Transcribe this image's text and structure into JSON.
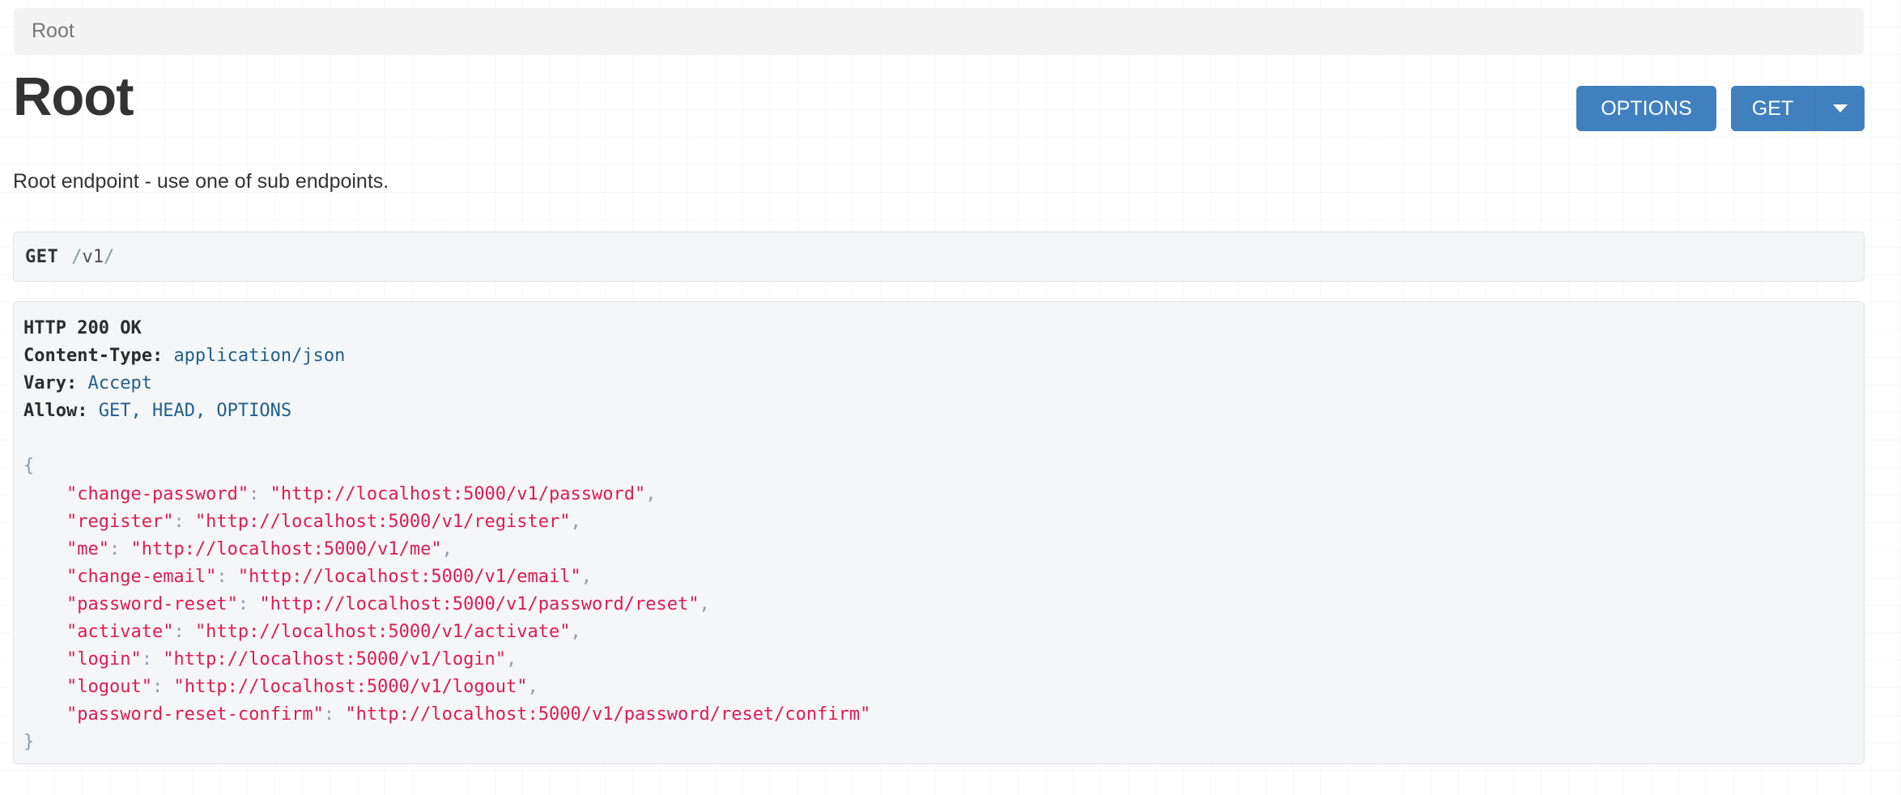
{
  "breadcrumb": {
    "items": [
      {
        "label": "Root"
      }
    ]
  },
  "header": {
    "title": "Root",
    "description": "Root endpoint - use one of sub endpoints."
  },
  "actions": {
    "options_label": "OPTIONS",
    "get_label": "GET",
    "caret_icon": "chevron-down-icon",
    "accent_color": "#4080bf"
  },
  "request": {
    "method": "GET",
    "path_prefix": "/",
    "path_name": "v1",
    "path_suffix": "/"
  },
  "response": {
    "status_line": "HTTP 200 OK",
    "headers": [
      {
        "name": "Content-Type:",
        "value": "application/json"
      },
      {
        "name": "Vary:",
        "value": "Accept"
      },
      {
        "name": "Allow:",
        "value": "GET, HEAD, OPTIONS"
      }
    ],
    "body_open": "{",
    "body_close": "}",
    "entries": [
      {
        "key": "\"change-password\"",
        "colon": ":",
        "value": "\"http://localhost:5000/v1/password\"",
        "comma": ","
      },
      {
        "key": "\"register\"",
        "colon": ":",
        "value": "\"http://localhost:5000/v1/register\"",
        "comma": ","
      },
      {
        "key": "\"me\"",
        "colon": ":",
        "value": "\"http://localhost:5000/v1/me\"",
        "comma": ","
      },
      {
        "key": "\"change-email\"",
        "colon": ":",
        "value": "\"http://localhost:5000/v1/email\"",
        "comma": ","
      },
      {
        "key": "\"password-reset\"",
        "colon": ":",
        "value": "\"http://localhost:5000/v1/password/reset\"",
        "comma": ","
      },
      {
        "key": "\"activate\"",
        "colon": ":",
        "value": "\"http://localhost:5000/v1/activate\"",
        "comma": ","
      },
      {
        "key": "\"login\"",
        "colon": ":",
        "value": "\"http://localhost:5000/v1/login\"",
        "comma": ","
      },
      {
        "key": "\"logout\"",
        "colon": ":",
        "value": "\"http://localhost:5000/v1/logout\"",
        "comma": ","
      },
      {
        "key": "\"password-reset-confirm\"",
        "colon": ":",
        "value": "\"http://localhost:5000/v1/password/reset/confirm\"",
        "comma": ""
      }
    ]
  },
  "colors": {
    "accent": "#4080bf",
    "json_string": "#e01b50",
    "header_value": "#21618c",
    "panel_bg": "#f5f6f8"
  }
}
